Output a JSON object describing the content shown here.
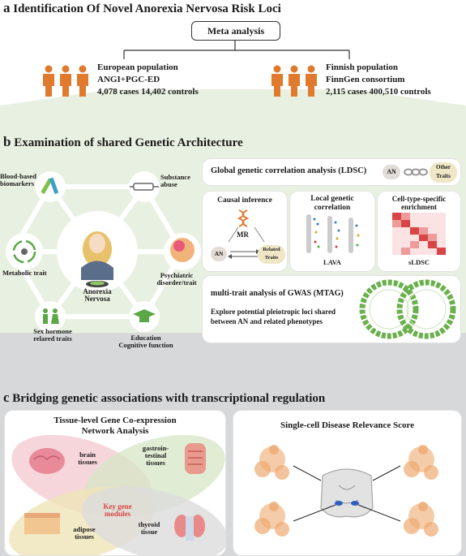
{
  "section_a": {
    "letter": "a",
    "title": "Identification Of Novel Anorexia Nervosa Risk Loci",
    "meta_label": "Meta analysis",
    "left": {
      "line1": "European population",
      "line2": "ANGI+PGC-ED",
      "line3": "4,078 cases 14,402 controls"
    },
    "right": {
      "line1": "Finnish population",
      "line2": "FinnGen consortium",
      "line3": "2,115 cases 400,510 controls"
    }
  },
  "section_b": {
    "letter": "b",
    "title": "Examination of shared Genetic Architecture",
    "hub": {
      "center_line1": "Anorexia",
      "center_line2": "Nervosa",
      "nodes": [
        "Blood-based biomarkers",
        "Substance abuse",
        "Psychiatric disorder/trait",
        "Education Cognitive function",
        "Sex hormone relared traits",
        "Metabolic trait"
      ]
    },
    "ldsc": {
      "title": "Global genetic correlation analysis (LDSC)",
      "an": "AN",
      "other": "Other Traits"
    },
    "causal": {
      "title": "Causal inference",
      "mr": "MR",
      "an": "AN",
      "related": "Related Traits"
    },
    "local": {
      "title_line1": "Local genetic",
      "title_line2": "correlation",
      "method": "LAVA"
    },
    "celltype": {
      "title_line1": "Cell-type-specific",
      "title_line2": "enrichment",
      "method": "sLDSC"
    },
    "mtag": {
      "title": "multi-trait analysis of GWAS (MTAG)",
      "desc_line1": "Explore potential pleiotropic loci shared",
      "desc_line2": "between AN and related phenotypes"
    }
  },
  "section_c": {
    "letter": "c",
    "title": "Bridging genetic associations with transcriptional regulation",
    "left": {
      "title_line1": "Tissue-level Gene Co-expression",
      "title_line2": "Network Analysis",
      "brain": "brain tissues",
      "gastro": "gastroin-testinal tissues",
      "key": "Key gene modules",
      "adipose": "adipose tissues",
      "thyroid": "thyroid tissue"
    },
    "right": {
      "title": "Single-cell Disease Relevance Score"
    }
  },
  "colors": {
    "accent": "#e07a2e",
    "section_bg": "#e8f1e1",
    "gray_band": "#d6d8da",
    "pink": "#f3c8cf",
    "green": "#d5e5c6"
  }
}
